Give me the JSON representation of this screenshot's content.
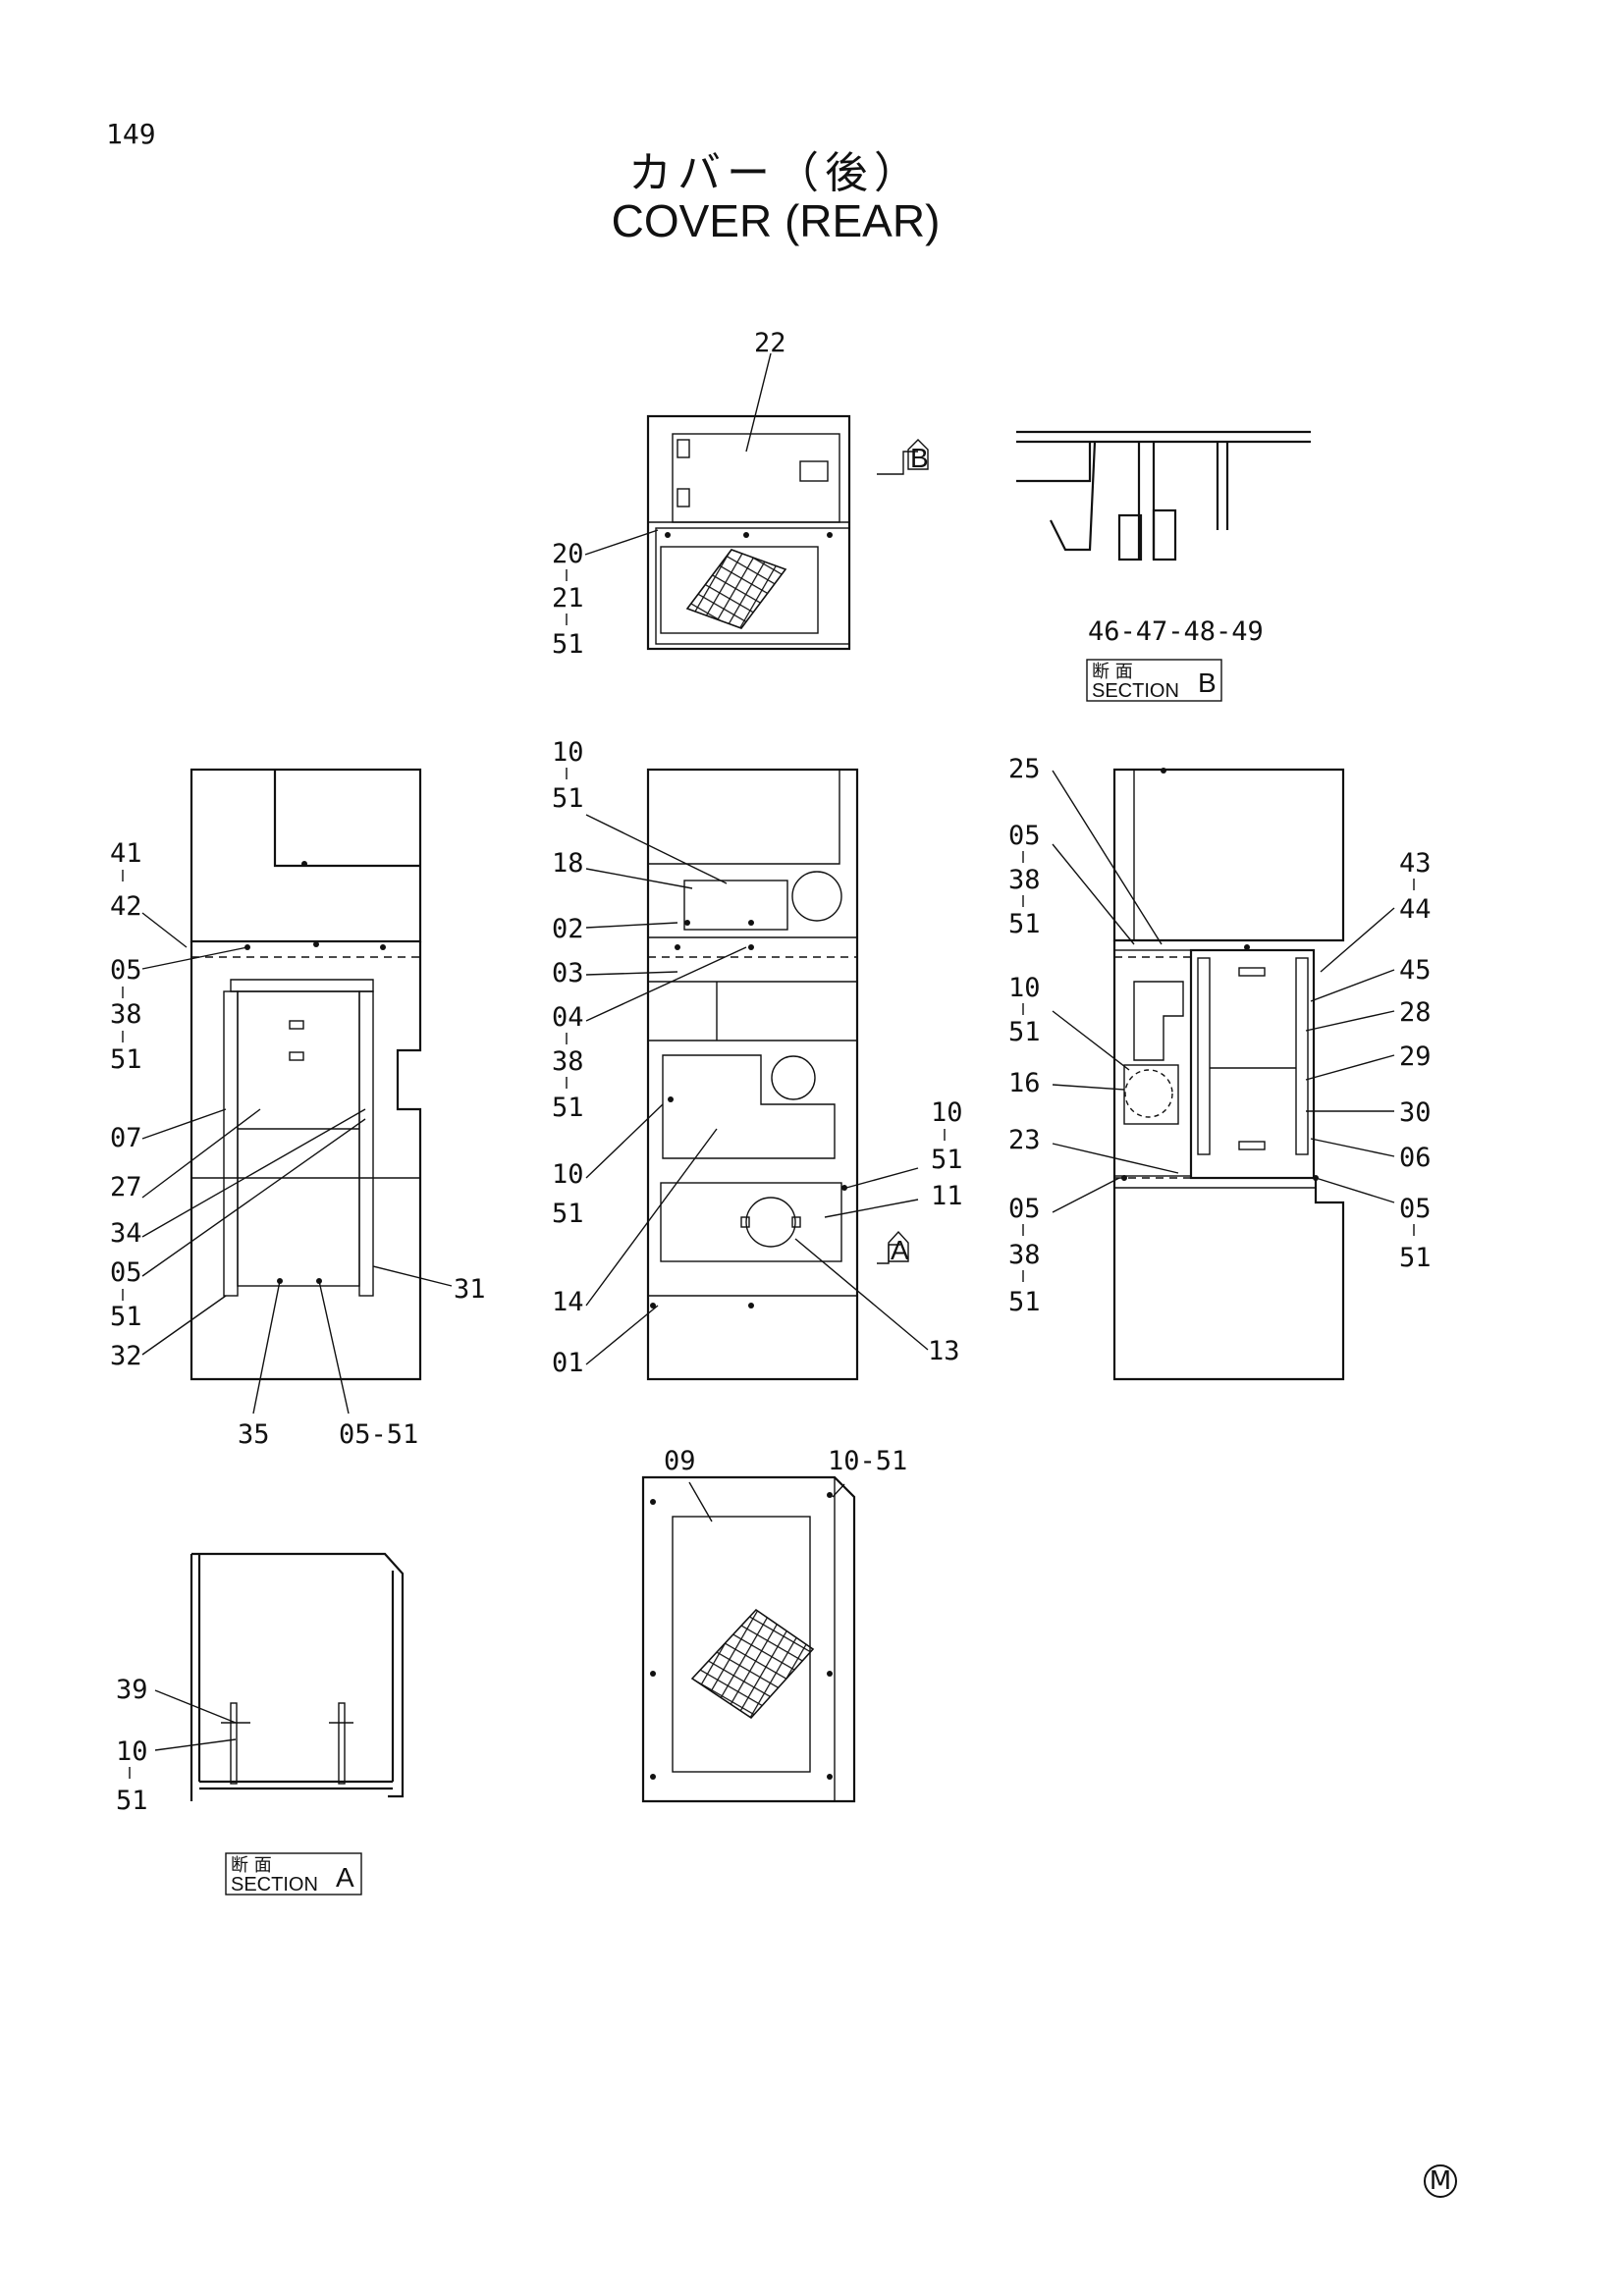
{
  "page_number": "149",
  "title_jp": "カバー（後）",
  "title_en": "COVER (REAR)",
  "section_jp": "断 面",
  "section_en": "SECTION",
  "sections": {
    "a": "A",
    "b": "B"
  },
  "view_markers": {
    "a": "A",
    "b": "B"
  },
  "corner_mark": "M",
  "labels": {
    "top": [
      "22",
      "20",
      "21",
      "51"
    ],
    "section_b": [
      "46-47-48-49"
    ],
    "left": [
      "41",
      "42",
      "05",
      "38",
      "51",
      "07",
      "27",
      "34",
      "05",
      "51",
      "32",
      "35",
      "05-51",
      "31"
    ],
    "center": [
      "10",
      "51",
      "18",
      "02",
      "03",
      "04",
      "38",
      "51",
      "10",
      "51",
      "14",
      "01",
      "10",
      "51",
      "11",
      "13"
    ],
    "right": [
      "25",
      "05",
      "38",
      "51",
      "10",
      "51",
      "16",
      "23",
      "05",
      "38",
      "51",
      "43",
      "44",
      "45",
      "28",
      "29",
      "30",
      "06",
      "05",
      "51"
    ],
    "bottom_center": [
      "09",
      "10-51"
    ],
    "section_a": [
      "39",
      "10",
      "51"
    ]
  }
}
